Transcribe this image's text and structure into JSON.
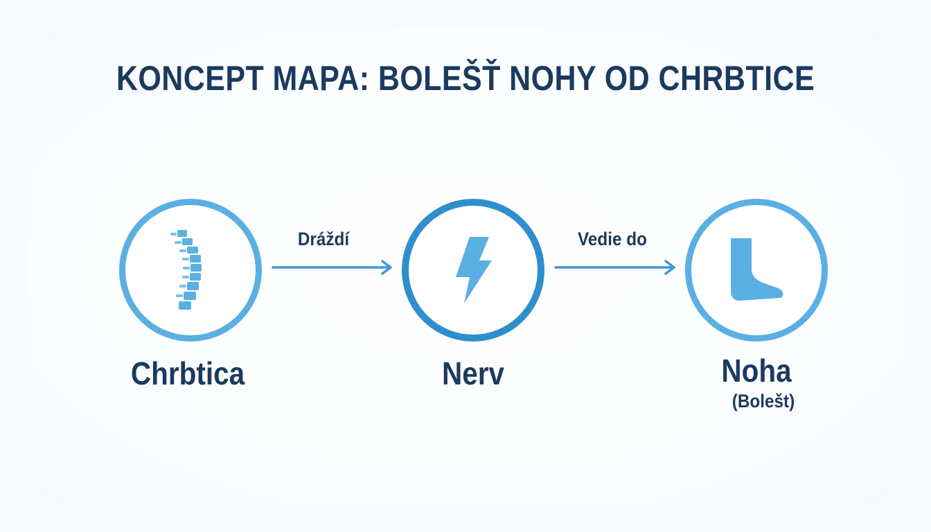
{
  "title": "KONCEPT MAPA: BOLEŠŤ NOHY OD CHRBTICE",
  "nodes": {
    "spine": {
      "label": "Chrbtica",
      "icon": "spine-icon"
    },
    "nerve": {
      "label": "Nerv",
      "icon": "lightning-icon"
    },
    "leg": {
      "label": "Noha",
      "sublabel": "(Bolešt)",
      "icon": "leg-foot-icon"
    }
  },
  "edges": [
    {
      "from": "spine",
      "to": "nerve",
      "label": "Dráždí"
    },
    {
      "from": "nerve",
      "to": "leg",
      "label": "Vedie do"
    }
  ],
  "colors": {
    "title": "#1b3a5e",
    "ring_light": "#5aafe3",
    "ring_dark": "#2f8fcd",
    "icon": "#5aafe3",
    "arrow": "#3f97d3"
  }
}
